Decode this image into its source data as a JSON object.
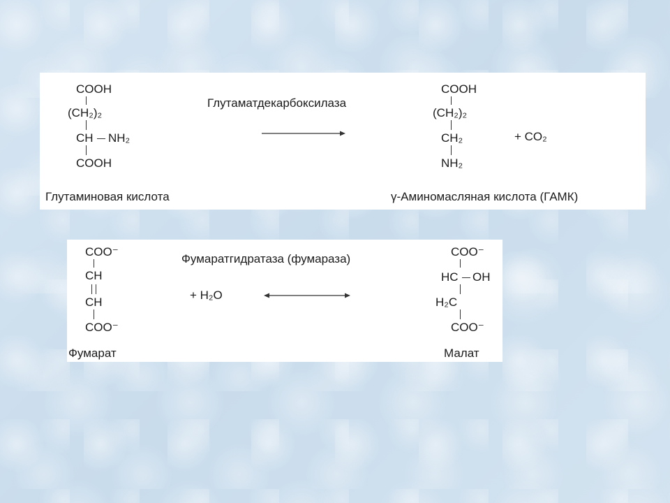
{
  "reaction1": {
    "enzyme": "Глутаматдекарбоксилаза",
    "substrate": {
      "name": "Глутаминовая кислота",
      "top": "COOH",
      "chain": "(CH₂)₂",
      "ch": "CH",
      "nh2": "NH₂",
      "bottom": "COOH"
    },
    "product": {
      "name": "γ-Аминомасляная кислота (ГАМК)",
      "top": "COOH",
      "chain": "(CH₂)₂",
      "ch2": "CH₂",
      "nh2": "NH₂"
    },
    "byproduct": "+ CO₂"
  },
  "reaction2": {
    "enzyme": "Фумаратгидратаза (фумараза)",
    "reagent": "+ H₂O",
    "substrate": {
      "name": "Фумарат",
      "top": "COO⁻",
      "ch1": "CH",
      "ch2": "CH",
      "bottom": "COO⁻"
    },
    "product": {
      "name": "Малат",
      "top": "COO⁻",
      "hc": "HC",
      "oh": "OH",
      "h2c": "H₂C",
      "bottom": "COO⁻"
    }
  }
}
